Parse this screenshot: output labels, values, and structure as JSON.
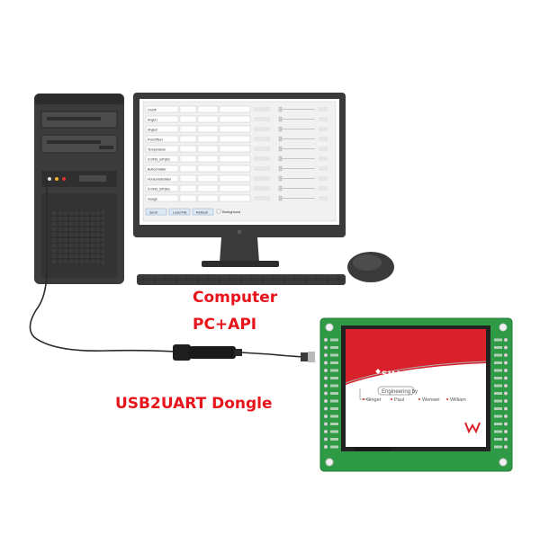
{
  "labels": {
    "computer": "Computer",
    "pc_api": "PC+API",
    "dongle": "USB2UART Dongle"
  },
  "display_screen": {
    "brand": "SMART DISPLAY",
    "engineering": "Engineering by",
    "names": [
      "Ginger",
      "Paul",
      "Wenwei",
      "William"
    ]
  },
  "software_window": {
    "rows": [
      "OnOff",
      "Angle1",
      "Angle2",
      "Pos/Offset",
      "Temperature",
      "ICONS_BIT(Bl)",
      "Button/Slider",
      "Horizontal/Slider",
      "ICONS_BIT(Bl)",
      "Gauge"
    ],
    "buttons": [
      "Send",
      "Load File",
      "Refresh"
    ],
    "checkbox": "Background"
  },
  "colors": {
    "label": "#e8141b",
    "tower": "#3c3c3c",
    "pcb": "#2f9a45",
    "screen_red": "#d9212b"
  }
}
